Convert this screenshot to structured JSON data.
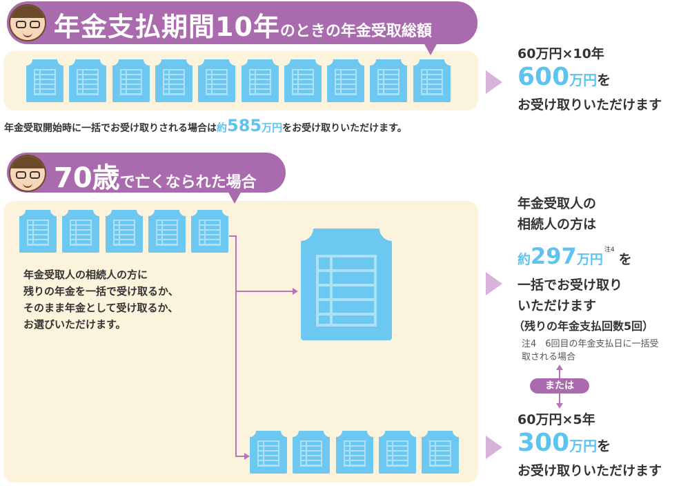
{
  "section1": {
    "heading_main": "年金支払期間10年",
    "heading_sub": "のときの年金受取総額",
    "note_prefix": "年金受取開始時に一括でお受け取りされる場合は",
    "note_approx": "約",
    "note_amount": "585",
    "note_unit": "万円",
    "note_suffix": "をお受け取りいただけます。",
    "result_formula": "60万円×10年",
    "result_amount": "600",
    "result_unit": "万円",
    "result_particle": "を",
    "result_line2": "お受け取りいただけます"
  },
  "section2": {
    "heading_main": "70歳",
    "heading_sub": "で亡くなられた場合",
    "description": [
      "年金受取人の相続人の方に",
      "残りの年金を一括で受け取るか、",
      "そのまま年金として受け取るか、",
      "お選びいただけます。"
    ],
    "lump_line1": "年金受取人の",
    "lump_line2": "相続人の方は",
    "lump_approx": "約",
    "lump_amount": "297",
    "lump_unit": "万円",
    "lump_note_mark": "注4",
    "lump_particle": "を",
    "lump_line4": "一括でお受け取り",
    "lump_line5": "いただけます",
    "lump_remaining": "（残りの年金支払回数5回）",
    "footnote_line1": "注4　6回目の年金支払日に一括受",
    "footnote_line2": "取される場合",
    "or_label": "または",
    "annuity_formula": "60万円×5年",
    "annuity_amount": "300",
    "annuity_unit": "万円",
    "annuity_particle": "を",
    "annuity_line2": "お受け取りいただけます"
  },
  "colors": {
    "purple": "#a96bad",
    "blue": "#5ec3ef",
    "cream": "#fcf3dc",
    "arrow": "#d9b2dc"
  },
  "icons": {
    "person": "person-face-icon",
    "document": "pension-document-icon"
  }
}
